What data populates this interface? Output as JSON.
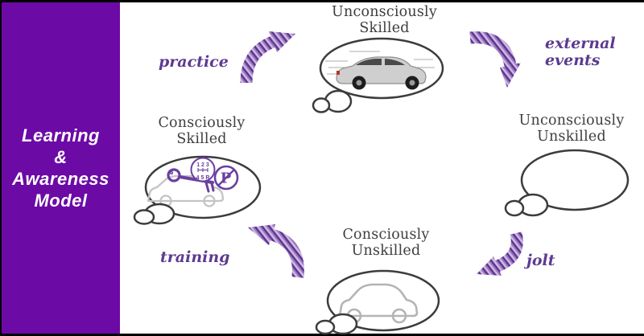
{
  "frame": {
    "border_color": "#000000",
    "background": "#ffffff"
  },
  "sidebar": {
    "bg_color": "#6c0aa6",
    "text_color": "#ffffff",
    "lines": [
      "Learning",
      "&",
      "Awareness",
      "Model"
    ]
  },
  "stages": {
    "top": {
      "line1": "Unconsciously",
      "line2": "Skilled"
    },
    "right": {
      "line1": "Unconsciously",
      "line2": "Unskilled"
    },
    "bottom": {
      "line1": "Consciously",
      "line2": "Unskilled"
    },
    "left": {
      "line1": "Consciously",
      "line2": "Skilled",
      "gear_top": "1 2 3",
      "gear_bottom": "4 5 R",
      "parking": "P"
    }
  },
  "transitions": {
    "practice": {
      "label": "practice"
    },
    "external": {
      "line1": "external",
      "line2": "events"
    },
    "jolt": {
      "label": "jolt"
    },
    "training": {
      "label": "training"
    }
  },
  "colors": {
    "heading": "#3e3e3e",
    "label_purple": "#5d3a91",
    "icon_purple": "#6b3fa0",
    "arrow_stripe_dark": "#5f3590",
    "arrow_stripe_mid": "#9a77c0",
    "arrow_stripe_light": "#cdb9e2",
    "bubble_stroke": "#3c3c3c",
    "car_outline_gray": "#bdbdbd",
    "car_silver": "#cfcfcf"
  }
}
